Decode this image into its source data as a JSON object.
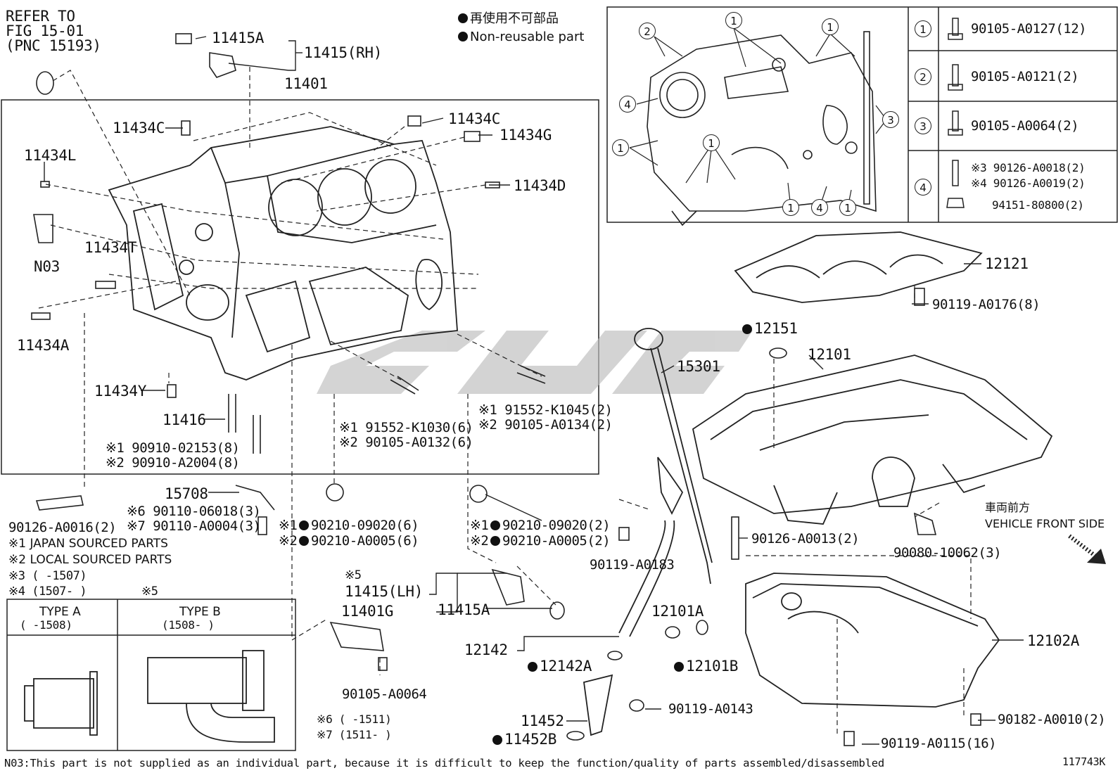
{
  "header": {
    "refer": [
      "REFER TO",
      "FIG 15-01",
      "(PNC 15193)"
    ],
    "legend_jp": "再使用不可部品",
    "legend_en": "Non-reusable part",
    "figure_id": "117743K"
  },
  "block": {
    "p11401": "11401",
    "p11415A_top": "11415A",
    "p11415RH": "11415(RH)",
    "p11434C_a": "11434C",
    "p11434C_b": "11434C",
    "p11434G": "11434G",
    "p11434L": "11434L",
    "p11434D": "11434D",
    "n03": "N03",
    "p11434T": "11434T",
    "p11434A": "11434A",
    "p11434Y": "11434Y",
    "p11416": "11416",
    "b1_a": "※1 90910-02153(8)",
    "b1_b": "※2 90910-A2004(8)",
    "b2_a": "※1 91552-K1030(6)",
    "b2_b": "※2 90105-A0132(6)",
    "b3_a": "※1 91552-K1045(2)",
    "b3_b": "※2 90105-A0134(2)"
  },
  "lower": {
    "p90126_16": "90126-A0016(2)",
    "p15708": "15708",
    "p15708_a": "※6 90110-06018(3)",
    "p15708_b": "※7 90110-A0004(3)",
    "w1_a": "※1",
    "w1_a_pn": "90210-09020(6)",
    "w1_b": "※2",
    "w1_b_pn": "90210-A0005(6)",
    "w2_a": "※1",
    "w2_a_pn": "90210-09020(2)",
    "w2_b": "※2",
    "w2_b_pn": "90210-A0005(2)",
    "note1": "※1 JAPAN SOURCED PARTS",
    "note2": "※2 LOCAL SOURCED PARTS",
    "note3": "※3 (      -1507)",
    "note4": "※4 (1507-      )",
    "note5a": "※5",
    "note5b": "※5",
    "lh": "11415(LH)",
    "lh_a": "11415A",
    "p11401G": "11401G",
    "p90105_64": "90105-A0064",
    "note6": "※6 (      -1511)",
    "note7": "※7 (1511-      )",
    "typeA": "TYPE A",
    "typeA_range": "(      -1508)",
    "typeB": "TYPE B",
    "typeB_range": "(1508-      )",
    "p12142": "12142",
    "p12142A": "12142A",
    "p11452": "11452",
    "p11452B": "11452B",
    "p90119_143": "90119-A0143",
    "p90119_183": "90119-A0183",
    "p15301": "15301",
    "p12151": "12151",
    "p12101": "12101",
    "p12121": "12121",
    "p90119_176": "90119-A0176(8)",
    "p12101A": "12101A",
    "p12101B": "12101B",
    "p90126_13": "90126-A0013(2)",
    "p90080": "90080-10062(3)",
    "front_jp": "車両前方",
    "front_en": "VEHICLE FRONT SIDE",
    "p12102A": "12102A",
    "p90182": "90182-A0010(2)",
    "p90119_115": "90119-A0115(16)",
    "footer": "N03:This part is not supplied as an individual part, because it is difficult to keep the function/quality of parts assembled/disassembled"
  },
  "bolt_table": [
    {
      "num": "1",
      "parts": [
        "90105-A0127(12)"
      ]
    },
    {
      "num": "2",
      "parts": [
        "90105-A0121(2)"
      ]
    },
    {
      "num": "3",
      "parts": [
        "90105-A0064(2)"
      ]
    },
    {
      "num": "4",
      "parts": [
        "※3 90126-A0018(2)",
        "※4 90126-A0019(2)",
        "94151-80800(2)"
      ]
    }
  ]
}
